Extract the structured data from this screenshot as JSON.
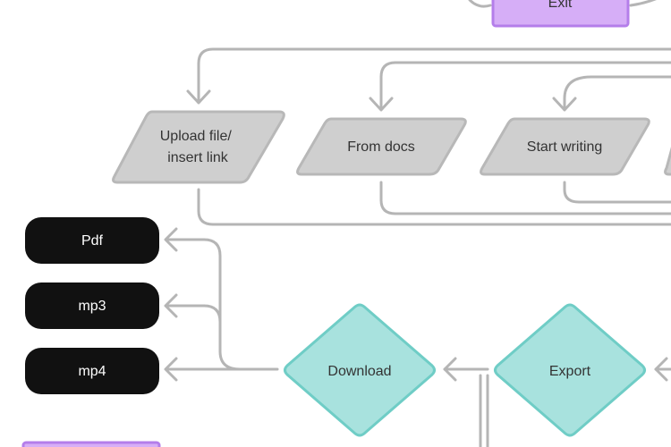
{
  "diagram": {
    "nodes": {
      "exit": {
        "label": "Exit",
        "shape": "process",
        "color": "#d6aef7"
      },
      "upload": {
        "label_line1": "Upload file/",
        "label_line2": "insert link",
        "shape": "input-parallelogram",
        "color": "#cfcfcf"
      },
      "from_docs": {
        "label": "From docs",
        "shape": "input-parallelogram",
        "color": "#cfcfcf"
      },
      "start_writing": {
        "label": "Start writing",
        "shape": "input-parallelogram",
        "color": "#cfcfcf"
      },
      "pdf": {
        "label": "Pdf",
        "shape": "terminal",
        "color": "#111111"
      },
      "mp3": {
        "label": "mp3",
        "shape": "terminal",
        "color": "#111111"
      },
      "mp4": {
        "label": "mp4",
        "shape": "terminal",
        "color": "#111111"
      },
      "download": {
        "label": "Download",
        "shape": "decision",
        "color": "#a8e2de"
      },
      "export": {
        "label": "Export",
        "shape": "decision",
        "color": "#a8e2de"
      }
    },
    "connector_color": "#b5b5b5"
  }
}
